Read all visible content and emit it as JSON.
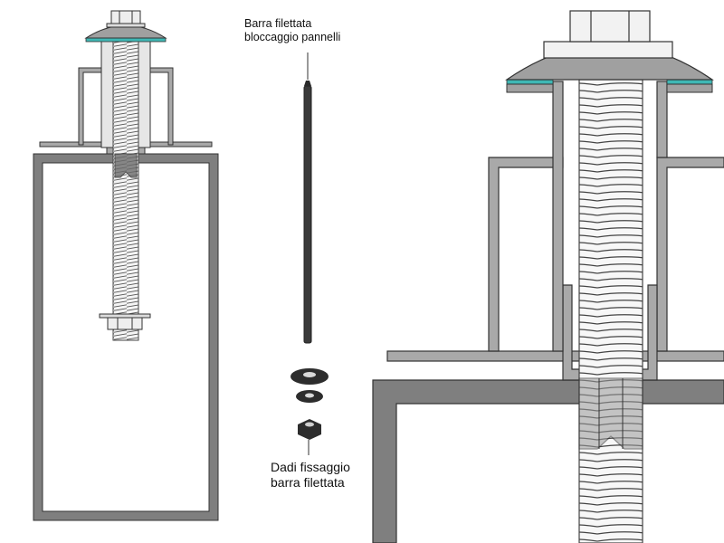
{
  "labels": {
    "threaded_rod_line1": "Barra filettata",
    "threaded_rod_line2": "bloccaggio pannelli",
    "nuts_line1": "Dadi fissaggio",
    "nuts_line2": "barra filettata"
  },
  "colors": {
    "tube_gray": "#7f7f7f",
    "profile_gray": "#a9a9a9",
    "cap_gray": "#a0a0a0",
    "gasket_teal": "#3fb7b4",
    "hardware_dark": "#2d2d2d",
    "outline": "#333333"
  }
}
